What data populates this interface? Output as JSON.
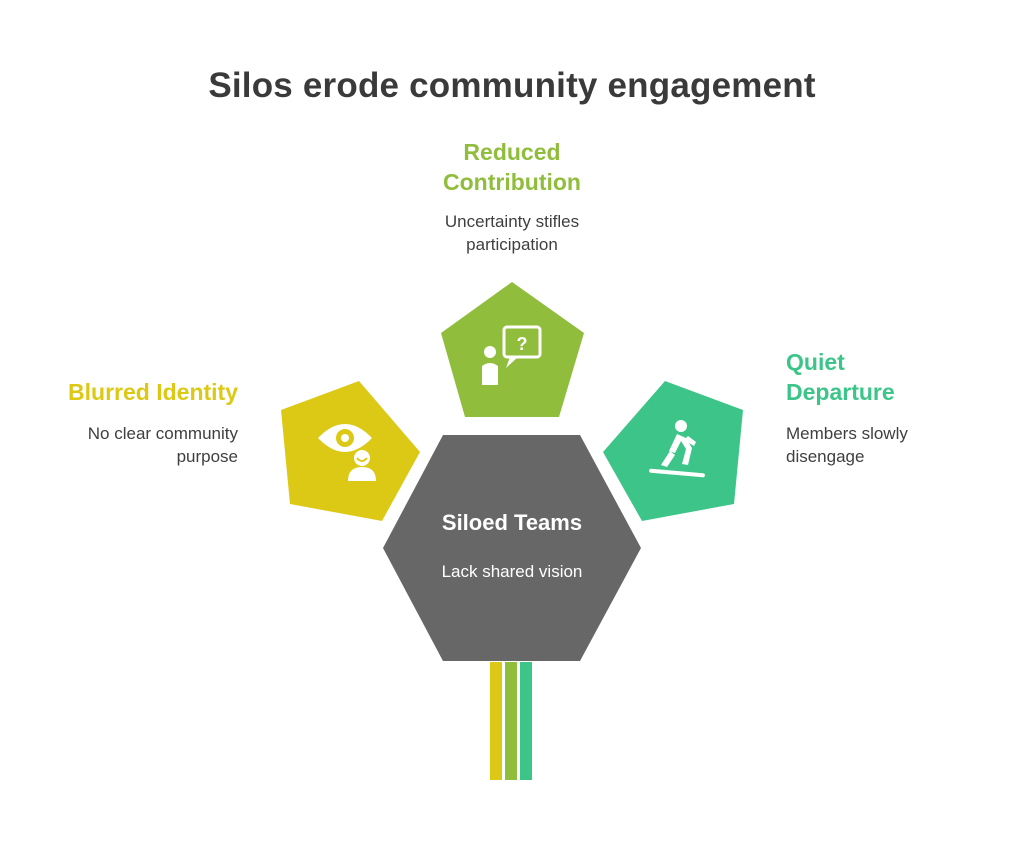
{
  "title": "Silos erode community engagement",
  "colors": {
    "yellow": "#DCC916",
    "lime": "#90BD3C",
    "green": "#3DC589",
    "gray": "#676767"
  },
  "center": {
    "title": "Siloed Teams",
    "desc": "Lack shared vision"
  },
  "items": [
    {
      "title": "Blurred Identity",
      "desc_lines": [
        "No clear community",
        "purpose"
      ],
      "icon": "eye-person-icon"
    },
    {
      "title_lines": [
        "Reduced",
        "Contribution"
      ],
      "desc_lines": [
        "Uncertainty stifles",
        "participation"
      ],
      "icon": "person-question-icon"
    },
    {
      "title_lines": [
        "Quiet",
        "Departure"
      ],
      "desc_lines": [
        "Members slowly",
        "disengage"
      ],
      "icon": "person-walking-away-icon"
    }
  ]
}
